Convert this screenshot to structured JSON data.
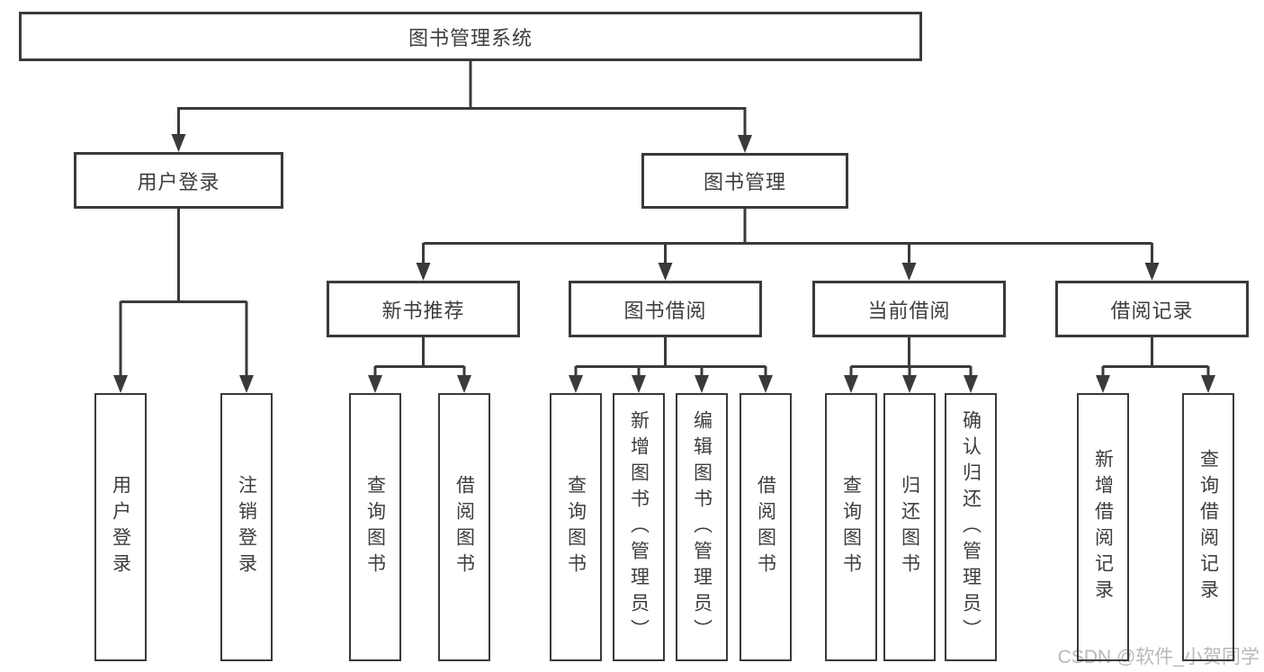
{
  "diagram": {
    "type": "org-tree",
    "root": "图书管理系统",
    "level2": {
      "user_login": "用户登录",
      "book_management": "图书管理"
    },
    "level3": {
      "new_book_recommend": "新书推荐",
      "book_borrowing": "图书借阅",
      "current_borrowing": "当前借阅",
      "borrowing_records": "借阅记录"
    },
    "leaves": {
      "user_login_children": [
        "用户登录",
        "注销登录"
      ],
      "new_book_children": [
        "查询图书",
        "借阅图书"
      ],
      "borrowing_children": [
        "查询图书",
        "新增图书（管理员）",
        "编辑图书（管理员）",
        "借阅图书"
      ],
      "current_children": [
        "查询图书",
        "归还图书",
        "确认归还（管理员）"
      ],
      "records_children": [
        "新增借阅记录",
        "查询借阅记录"
      ]
    },
    "colors": {
      "line": "#3a3a3a",
      "text": "#3d3d3d",
      "background": "#ffffff",
      "watermark": "#b9b9b9"
    },
    "watermark": "CSDN @软件_小贺同学"
  }
}
